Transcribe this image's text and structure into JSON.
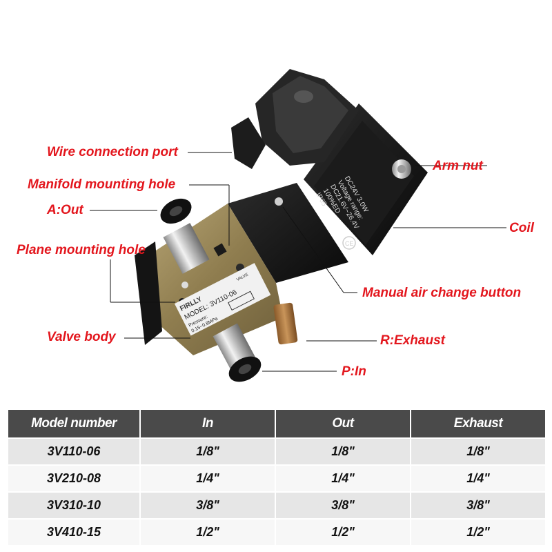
{
  "callouts": {
    "wire_port": "Wire connection port",
    "arm_nut": "Arm nut",
    "manifold_hole": "Manifold mounting hole",
    "a_out": "A:Out",
    "coil": "Coil",
    "plane_hole": "Plane mounting hole",
    "manual_button": "Manual air change button",
    "valve_body": "Valve body",
    "r_exhaust": "R:Exhaust",
    "p_in": "P:In"
  },
  "device": {
    "brand": "FIRLLY",
    "model_line": "MODEL: 3V110-06",
    "valve_tag": "VALVE",
    "pressure_label": "Pressure:",
    "pressure_value": "0.15~0.8MPa",
    "coil_lines": [
      "DC24V 3.0W",
      "Voltage range:",
      "DC21.6V~26.4V",
      "100%ED",
      "IP65"
    ],
    "ce_mark": "CE"
  },
  "table": {
    "headers": [
      "Model number",
      "In",
      "Out",
      "Exhaust"
    ],
    "rows": [
      [
        "3V110-06",
        "1/8\"",
        "1/8\"",
        "1/8\""
      ],
      [
        "3V210-08",
        "1/4\"",
        "1/4\"",
        "1/4\""
      ],
      [
        "3V310-10",
        "3/8\"",
        "3/8\"",
        "3/8\""
      ],
      [
        "3V410-15",
        "1/2\"",
        "1/2\"",
        "1/2\""
      ]
    ]
  },
  "colors": {
    "callout_red": "#e3161d",
    "header_bg": "#4a4a4a",
    "row_odd": "#e6e6e6",
    "row_even": "#f7f7f7"
  }
}
